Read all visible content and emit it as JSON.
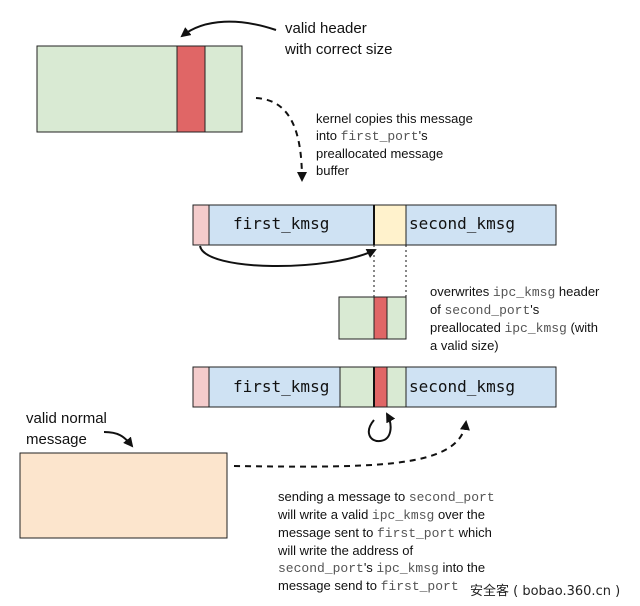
{
  "colors": {
    "green": "#d9ead3",
    "red": "#e06666",
    "blue": "#cfe2f3",
    "pink": "#f4cccc",
    "yellow": "#fff2cc",
    "peach": "#fce5cd",
    "stroke": "#222222"
  },
  "labels": {
    "valid_header": [
      "valid header",
      "with correct size"
    ],
    "kernel_copies": {
      "line1": "kernel copies this message",
      "line2_pre": "into ",
      "line2_code": "first_port",
      "line2_post": "'s",
      "line3": "preallocated message",
      "line4": "buffer"
    },
    "overwrites": {
      "l1_pre": "overwrites ",
      "l1_code": "ipc_kmsg",
      "l1_post": " header",
      "l2_pre": "of ",
      "l2_code": "second_port",
      "l2_post": "'s",
      "l3_pre": "preallocated ",
      "l3_code": "ipc_kmsg",
      "l3_post": " (with",
      "l4": "a valid size)"
    },
    "valid_normal": [
      "valid normal",
      "message"
    ],
    "sending": {
      "l1_pre": "sending a message to ",
      "l1_code": "second_port",
      "l2_pre": "will write a valid ",
      "l2_code": "ipc_kmsg",
      "l2_post": " over the",
      "l3_pre": "message sent to ",
      "l3_code": "first_port",
      "l3_post": " which",
      "l4": "will write the address of",
      "l5_code": "second_port",
      "l5_mid": "'s ",
      "l5_code2": "ipc_kmsg",
      "l5_post": " into the",
      "l6_pre": "message send to ",
      "l6_code": "first_port"
    },
    "first_kmsg": "first_kmsg",
    "second_kmsg": "second_kmsg",
    "watermark": "安全客 ( bobao.360.cn )"
  }
}
